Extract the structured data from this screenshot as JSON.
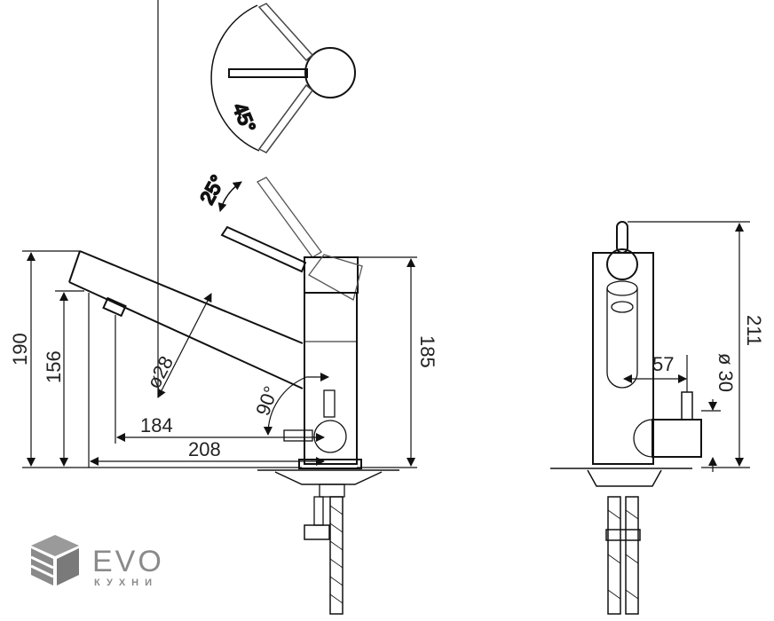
{
  "title": "Kitchen faucet technical drawing",
  "dimensions": {
    "top_view_angle": "45°",
    "lever_angle": "25°",
    "overall_height": "190",
    "spout_height": "156",
    "spout_reach_outlet": "184",
    "spout_reach": "208",
    "spout_diameter": "ø28",
    "swivel_angle": "90°",
    "body_height": "185",
    "side_offset": "57",
    "valve_diameter": "ø 30",
    "total_height": "211"
  },
  "logo": {
    "name": "EVO",
    "subtitle": "КУХНИ"
  },
  "colors": {
    "line": "#111111",
    "logo": "#8a8a8a"
  }
}
